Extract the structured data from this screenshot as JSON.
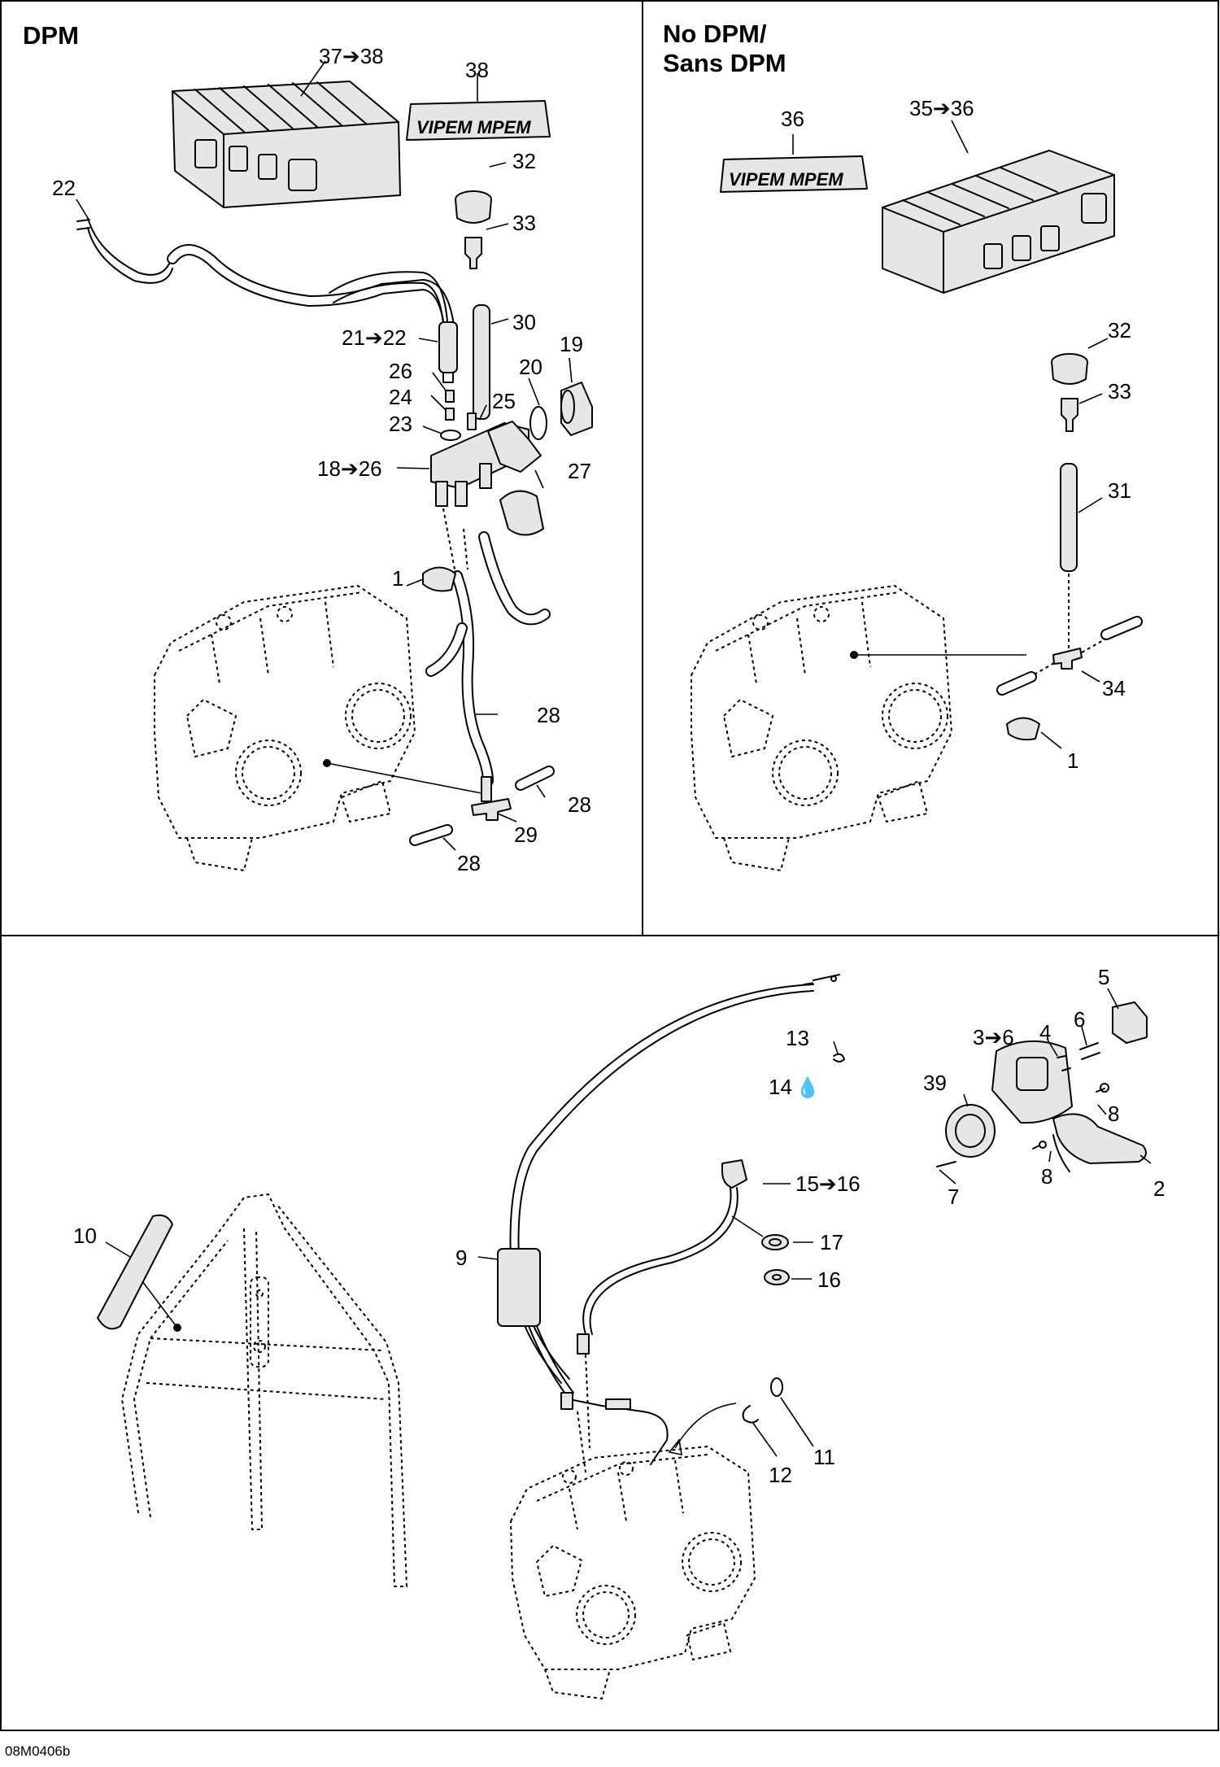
{
  "sections": {
    "dpm": "DPM",
    "no_dpm_line1": "No DPM/",
    "no_dpm_line2": "Sans DPM"
  },
  "badge_text": "VIPEM MPEM",
  "drawing_code": "08M0406b",
  "callouts": {
    "top_left": {
      "c37_38": "37➔38",
      "c38": "38",
      "c22": "22",
      "c32": "32",
      "c33": "33",
      "c30": "30",
      "c19": "19",
      "c21_22": "21➔22",
      "c20": "20",
      "c26": "26",
      "c24": "24",
      "c25": "25",
      "c23": "23",
      "c18_26": "18➔26",
      "c27": "27",
      "c1": "1",
      "c28a": "28",
      "c28b": "28",
      "c29": "29",
      "c28c": "28"
    },
    "top_right": {
      "c36": "36",
      "c35_36": "35➔36",
      "c32": "32",
      "c33": "33",
      "c31": "31",
      "c34": "34",
      "c1": "1"
    },
    "bottom": {
      "c5": "5",
      "c13": "13",
      "c3_6": "3➔6",
      "c4": "4",
      "c6": "6",
      "c39": "39",
      "c14": "14",
      "c8a": "8",
      "c15_16": "15➔16",
      "c8b": "8",
      "c2": "2",
      "c7": "7",
      "c10": "10",
      "c17": "17",
      "c9": "9",
      "c16": "16",
      "c11": "11",
      "c12": "12"
    }
  }
}
